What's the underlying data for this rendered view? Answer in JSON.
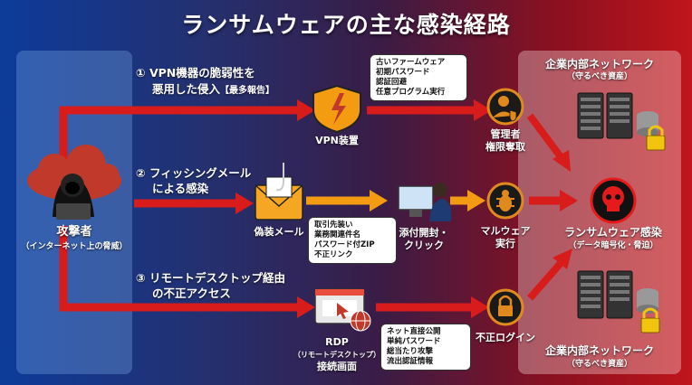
{
  "title": "ランサムウェアの主な感染経路",
  "attacker": {
    "label": "攻撃者",
    "sub": "（インターネット上の脅威）"
  },
  "routes": [
    {
      "num": "①",
      "line1": "VPN機器の脆弱性を",
      "line2": "悪用した侵入",
      "tag": "【最多報告】"
    },
    {
      "num": "②",
      "line1": "フィッシングメール",
      "line2": "による感染"
    },
    {
      "num": "③",
      "line1": "リモートデスクトップ経由",
      "line2": "の不正アクセス"
    }
  ],
  "vpn": {
    "label": "VPN装置",
    "callout": [
      "古いファームウェア",
      "初期パスワード",
      "認証回避",
      "任意プログラム実行"
    ]
  },
  "mail": {
    "label": "偽装メール",
    "callout": [
      "取引先装い",
      "業務関連件名",
      "パスワード付ZIP",
      "不正リンク"
    ]
  },
  "rdp": {
    "label": "RDP",
    "sub": "（リモートデスクトップ）",
    "label2": "接続画面",
    "callout": [
      "ネット直接公開",
      "単純パスワード",
      "総当たり攻撃",
      "流出認証情報"
    ]
  },
  "steps": {
    "admin": {
      "line1": "管理者",
      "line2": "権限奪取"
    },
    "open": {
      "line1": "添付開封・",
      "line2": "クリック"
    },
    "malware": {
      "line1": "マルウェア",
      "line2": "実行"
    },
    "login": {
      "line1": "不正ログイン"
    }
  },
  "network_top": {
    "line1": "企業内部ネットワーク",
    "line2": "（守るべき資産）"
  },
  "network_bottom": {
    "line1": "企業内部ネットワーク",
    "line2": "（守るべき資産）"
  },
  "infection": {
    "line1": "ランサムウェア感染",
    "line2": "（データ暗号化・脅迫）"
  },
  "colors": {
    "arrow_red": "#d81b1b",
    "arrow_orange": "#f39c12",
    "badge_orange": "#e08a1e"
  }
}
